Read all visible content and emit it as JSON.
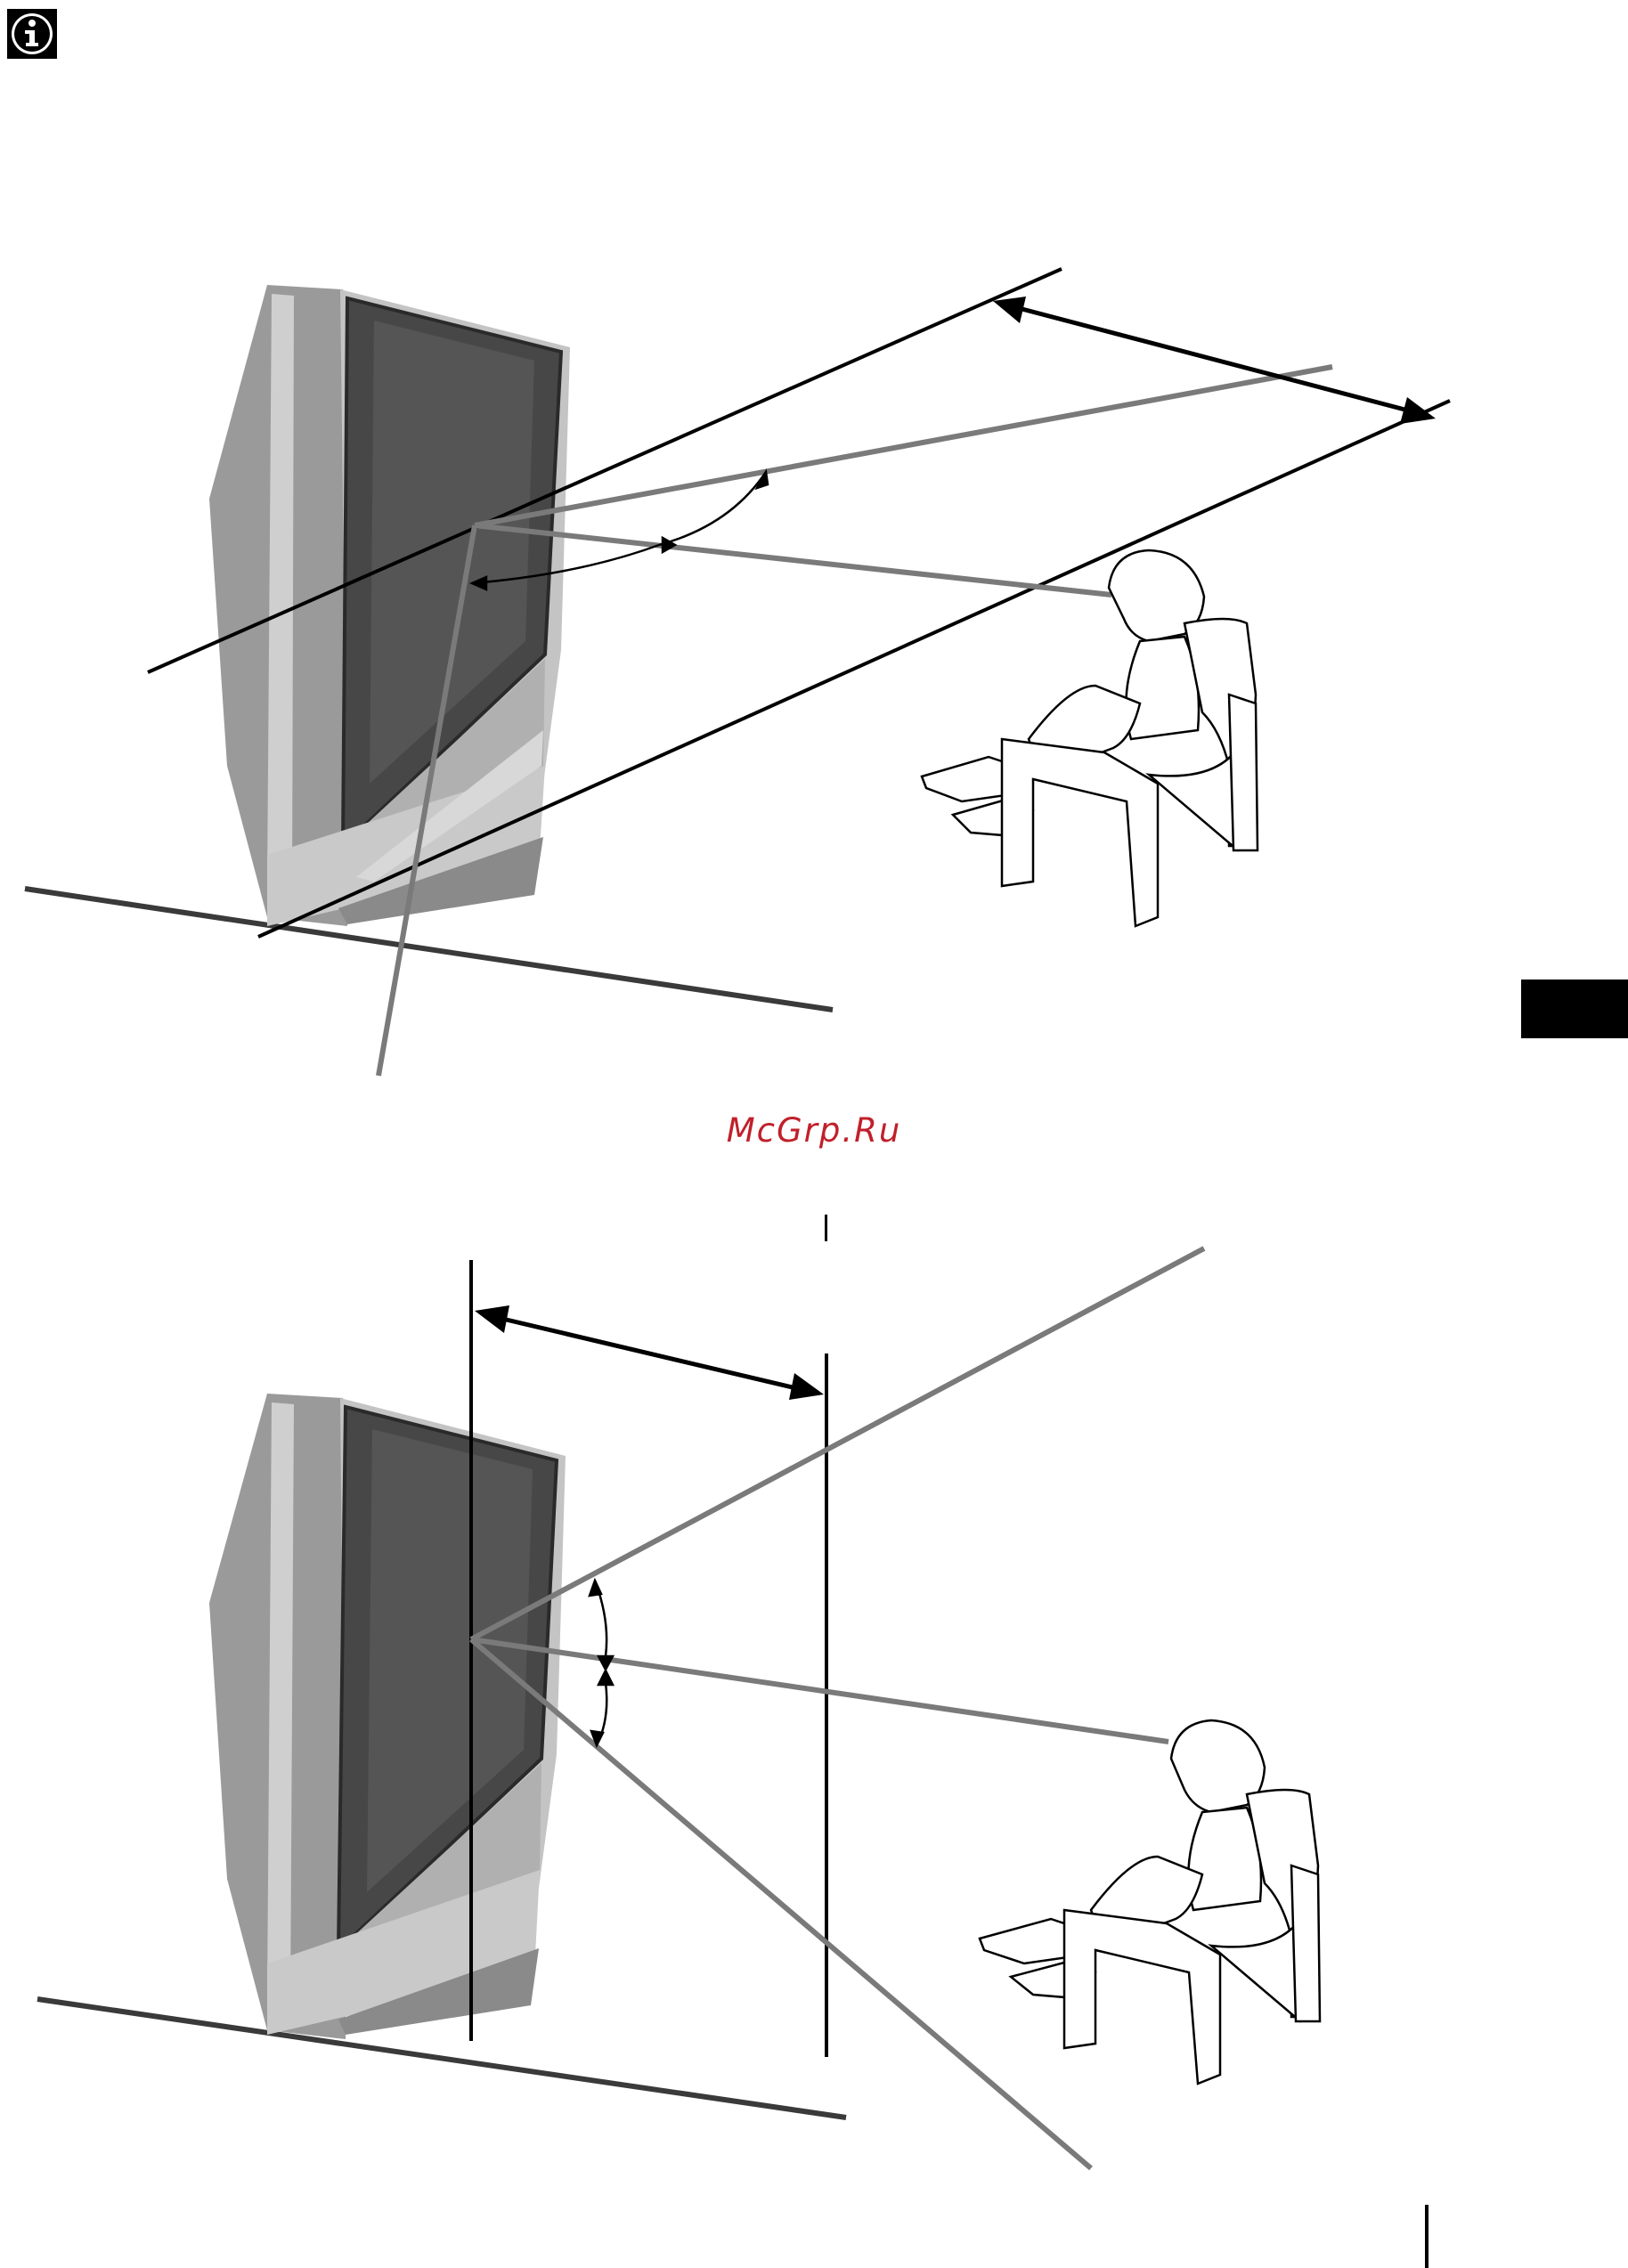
{
  "page": {
    "watermark": "McGrp.Ru"
  },
  "icons": {
    "info": "info-icon",
    "tab": "chapter-tab"
  },
  "colors": {
    "line_dark": "#000000",
    "line_grey": "#7a7a7a",
    "floor": "#3a3a3a",
    "tv_screen": "#4a4a4a",
    "tv_frame": "#b8b8b8",
    "watermark": "#c0202a"
  },
  "figures": [
    {
      "name": "vertical-viewing-angle",
      "label": ""
    },
    {
      "name": "horizontal-viewing-angle",
      "label": ""
    }
  ]
}
